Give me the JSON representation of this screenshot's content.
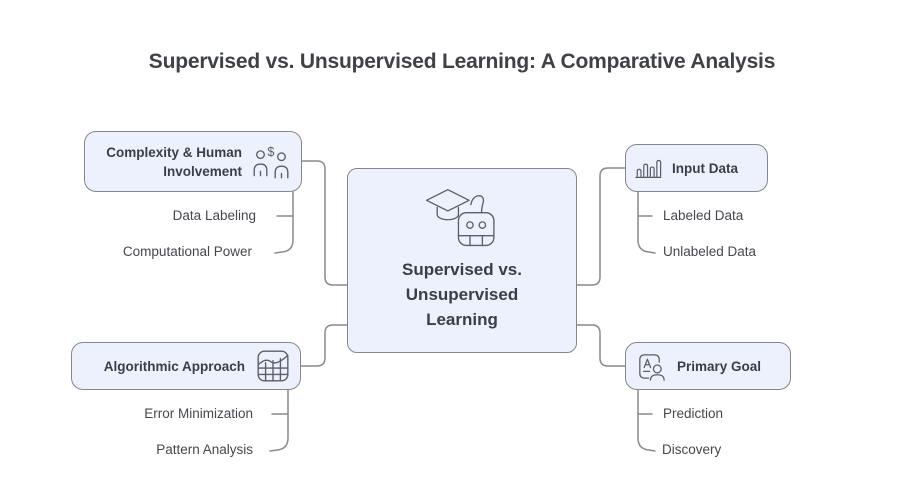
{
  "title": "Supervised vs. Unsupervised Learning: A Comparative Analysis",
  "center": {
    "label": "Supervised vs. Unsupervised Learning",
    "icon": "graduation-cap-robot-icon"
  },
  "branches": [
    {
      "id": "complexity-human-involvement",
      "label": "Complexity & Human Involvement",
      "icon": "people-dollar-icon",
      "side": "left-top",
      "children": [
        "Data Labeling",
        "Computational Power"
      ]
    },
    {
      "id": "algorithmic-approach",
      "label": "Algorithmic Approach",
      "icon": "spreadsheet-trend-icon",
      "side": "left-bottom",
      "children": [
        "Error Minimization",
        "Pattern Analysis"
      ]
    },
    {
      "id": "input-data",
      "label": "Input Data",
      "icon": "bar-chart-icon",
      "side": "right-top",
      "children": [
        "Labeled Data",
        "Unlabeled Data"
      ]
    },
    {
      "id": "primary-goal",
      "label": "Primary Goal",
      "icon": "id-badge-person-icon",
      "side": "right-bottom",
      "children": [
        "Prediction",
        "Discovery"
      ]
    }
  ],
  "colors": {
    "background": "#ffffff",
    "node_fill": "#ecf1fd",
    "node_border": "#85878e",
    "connector": "#8a8a8a",
    "title_text": "#3e4146",
    "node_label_text": "#3a3f47",
    "child_text": "#44474d",
    "icon_stroke": "#5b5e66"
  }
}
